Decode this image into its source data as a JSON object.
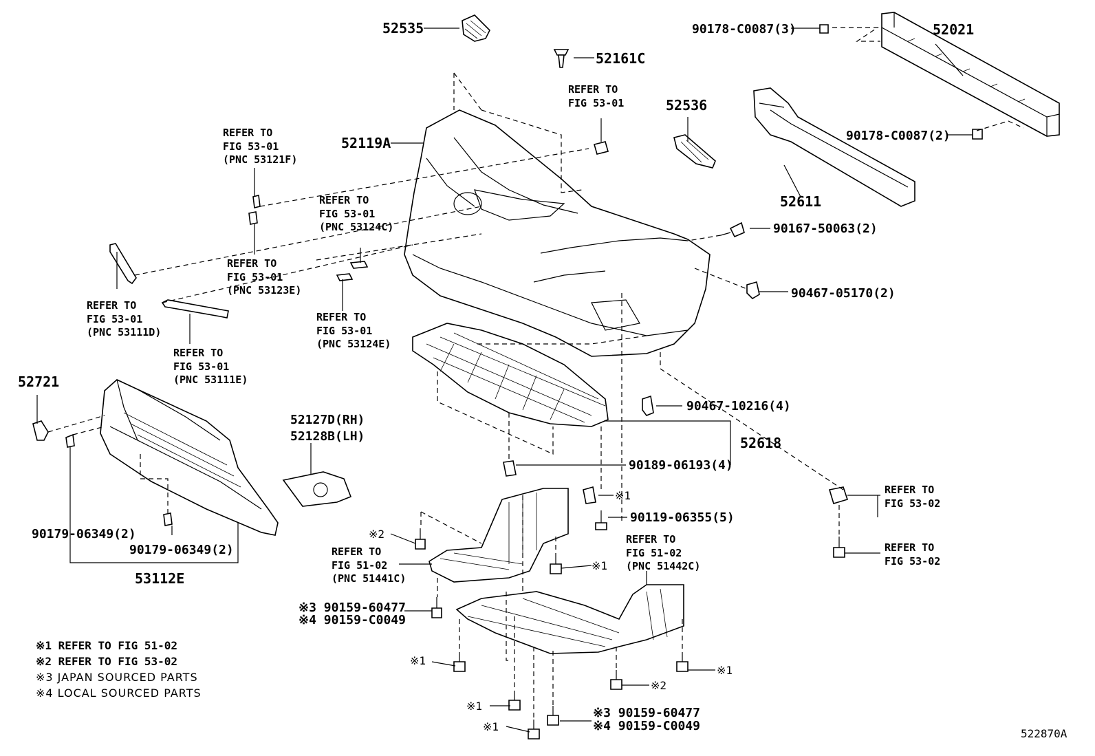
{
  "labels": {
    "p52535": "52535",
    "p52161c": "52161C",
    "p52021": "52021",
    "p90178_3": "90178-C0087(3)",
    "p90178_2": "90178-C0087(2)",
    "p52536": "52536",
    "p52119a": "52119A",
    "p52611": "52611",
    "p90167": "90167-50063(2)",
    "p90467_05170": "90467-05170(2)",
    "p52721": "52721",
    "p52127d": "52127D(RH)",
    "p52128b": "52128B(LH)",
    "p90467_10216": "90467-10216(4)",
    "p52618": "52618",
    "p90189": "90189-06193(4)",
    "p90119": "90119-06355(5)",
    "p90179_a": "90179-06349(2)",
    "p90179_b": "90179-06349(2)",
    "p53112e": "53112E",
    "p90159_60477_a": "※3 90159-60477",
    "p90159_c0049_a": "※4 90159-C0049",
    "p90159_60477_b": "※3 90159-60477",
    "p90159_c0049_b": "※4 90159-C0049",
    "figure_id": "522870A"
  },
  "refs": {
    "r_53121f": [
      "REFER TO",
      "FIG 53-01",
      "(PNC 53121F)"
    ],
    "r_5301_top": [
      "REFER TO",
      "FIG 53-01"
    ],
    "r_53124c": [
      "REFER TO",
      "FIG 53-01",
      "(PNC 53124C)"
    ],
    "r_53123e": [
      "REFER TO",
      "FIG 53-01",
      "(PNC 53123E)"
    ],
    "r_53111d": [
      "REFER TO",
      "FIG 53-01",
      "(PNC 53111D)"
    ],
    "r_53124e": [
      "REFER TO",
      "FIG 53-01",
      "(PNC 53124E)"
    ],
    "r_53111e": [
      "REFER TO",
      "FIG 53-01",
      "(PNC 53111E)"
    ],
    "r_5302_a": [
      "REFER TO",
      "FIG 53-02"
    ],
    "r_5302_b": [
      "REFER TO",
      "FIG 53-02"
    ],
    "r_51441c": [
      "REFER TO",
      "FIG 51-02",
      "(PNC 51441C)"
    ],
    "r_51442c": [
      "REFER TO",
      "FIG 51-02",
      "(PNC 51442C)"
    ]
  },
  "marks": {
    "m1": "※1",
    "m2": "※2"
  },
  "notes": [
    "※1 REFER TO FIG 51-02",
    "※2 REFER TO FIG 53-02",
    "※3 JAPAN SOURCED PARTS",
    "※4 LOCAL SOURCED PARTS"
  ]
}
